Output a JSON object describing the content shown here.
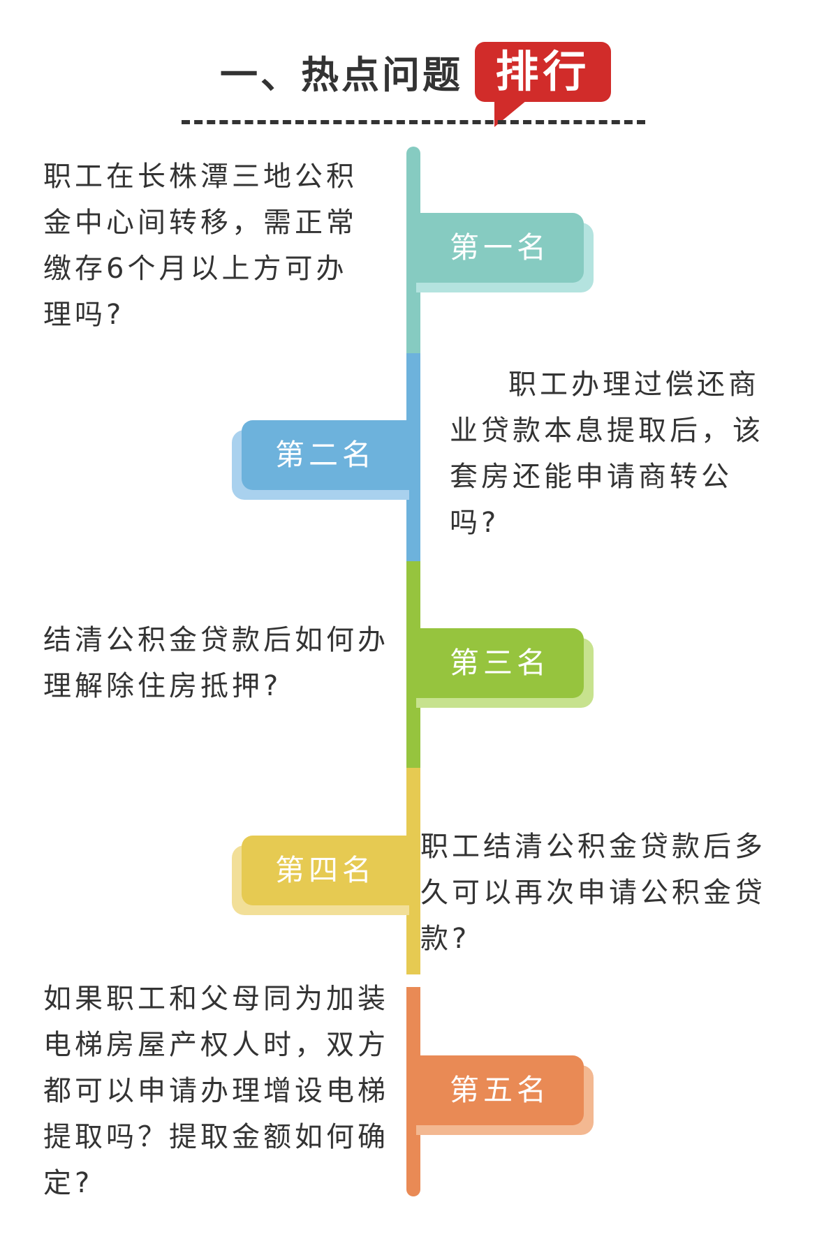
{
  "header": {
    "title": "一、热点问题",
    "badge": "排行"
  },
  "colors": {
    "rank1": "#86cbc1",
    "rank1_shadow": "#b4e3df",
    "rank2": "#6db2dc",
    "rank2_shadow": "#a9d1ee",
    "rank3": "#96c43e",
    "rank3_shadow": "#c7e28e",
    "rank4": "#e6ca52",
    "rank4_shadow": "#f2df98",
    "rank5": "#e98a55",
    "rank5_shadow": "#f3b891",
    "badge": "#d12c2a",
    "text": "#333333"
  },
  "items": [
    {
      "rank": "第一名",
      "question": "职工在长株潭三地公积金中心间转移，需正常缴存6个月以上方可办理吗?"
    },
    {
      "rank": "第二名",
      "question": "职工办理过偿还商业贷款本息提取后，该套房还能申请商转公吗?"
    },
    {
      "rank": "第三名",
      "question": "结清公积金贷款后如何办理解除住房抵押?"
    },
    {
      "rank": "第四名",
      "question": "职工结清公积金贷款后多久可以再次申请公积金贷款?"
    },
    {
      "rank": "第五名",
      "question": "如果职工和父母同为加装电梯房屋产权人时，双方都可以申请办理增设电梯提取吗？提取金额如何确定?"
    }
  ]
}
